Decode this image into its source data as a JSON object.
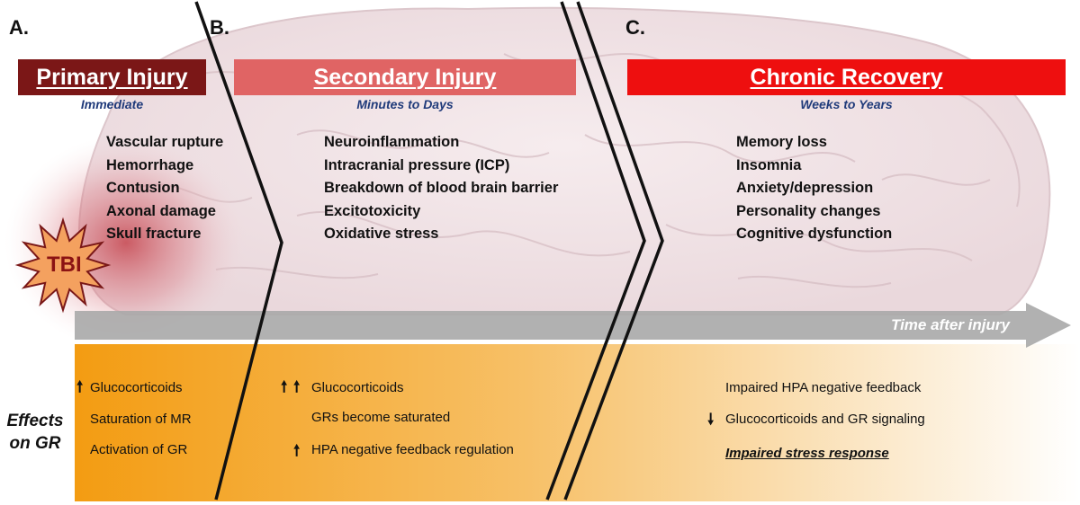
{
  "panels": [
    {
      "letter": "A.",
      "header": "Primary Injury",
      "timeframe": "Immediate",
      "color": "#7b1717",
      "items": [
        "Vascular rupture",
        "Hemorrhage",
        "Contusion",
        "Axonal damage",
        "Skull fracture"
      ]
    },
    {
      "letter": "B.",
      "header": "Secondary Injury",
      "timeframe": "Minutes to Days",
      "color": "#e06464",
      "items": [
        "Neuroinflammation",
        "Intracranial pressure (ICP)",
        "Breakdown of blood brain barrier",
        "Excitotoxicity",
        "Oxidative stress"
      ]
    },
    {
      "letter": "C.",
      "header": "Chronic Recovery",
      "timeframe": "Weeks to Years",
      "color": "#ee0f0f",
      "items": [
        "Memory loss",
        "Insomnia",
        "Anxiety/depression",
        "Personality changes",
        "Cognitive dysfunction"
      ]
    }
  ],
  "tbi_label": "TBI",
  "time_arrow_label": "Time after injury",
  "effects_label": {
    "line1": "Effects",
    "line2": "on GR"
  },
  "gr_effects": {
    "a": [
      "Glucocorticoids",
      "Saturation of MR",
      "Activation of GR"
    ],
    "b": [
      "Glucocorticoids",
      "GRs become saturated",
      "HPA negative feedback regulation"
    ],
    "c": [
      "Impaired HPA negative feedback",
      "Glucocorticoids and GR signaling",
      "Impaired stress response"
    ]
  },
  "arrows": {
    "up": "🠕",
    "down": "🠗"
  },
  "colors": {
    "gr_band_start": "#f39c12",
    "gr_band_end": "#ffffff",
    "time_arrow": "#a8a8a8",
    "timeframe_text": "#1f3a7a"
  }
}
